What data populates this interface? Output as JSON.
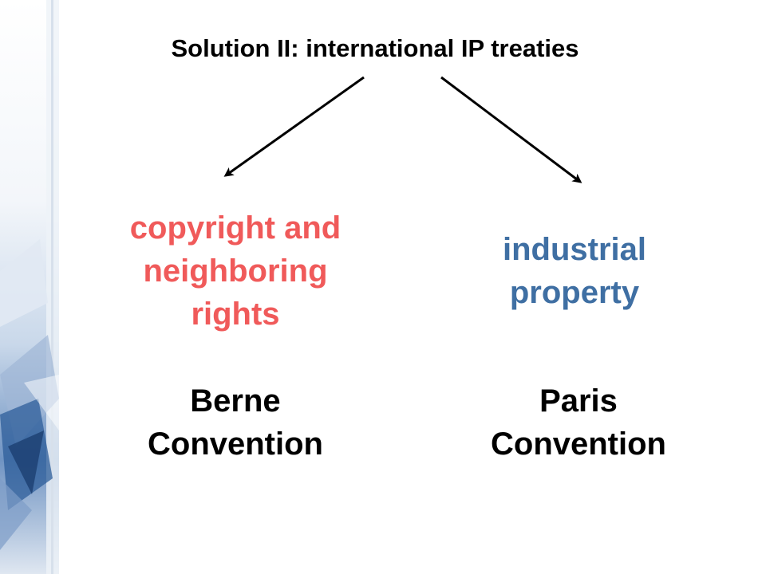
{
  "title": "Solution II: international IP treaties",
  "left_branch": {
    "category_lines": [
      "copyright and",
      "neighboring",
      "rights"
    ],
    "convention_lines": [
      "Berne",
      "Convention"
    ]
  },
  "right_branch": {
    "category_lines": [
      "industrial",
      "property"
    ],
    "convention_lines": [
      "Paris",
      "Convention"
    ]
  },
  "colors": {
    "left_category": "#F05A5A",
    "right_category": "#3F6FA3",
    "arrow": "#000000",
    "band_light": "#E8EEF5",
    "band_dark": "#2E5E99"
  }
}
